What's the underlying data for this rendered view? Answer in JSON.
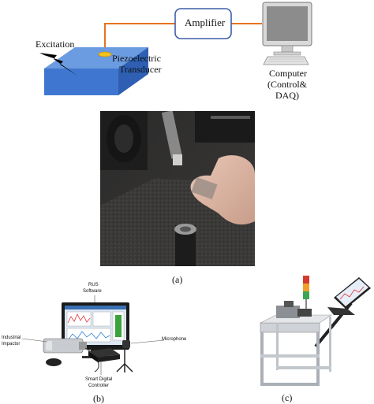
{
  "diagram": {
    "amplifier": "Amplifier",
    "excitation": "Excitation",
    "piezo_line1": "Piezoelectric",
    "piezo_line2": "Transducer",
    "computer_line1": "Computer",
    "computer_line2": "(Control&",
    "computer_line3": "DAQ)",
    "wire_color": "#e8731e",
    "plate_color": "#4a7fd4",
    "amp_border_color": "#3d5fa8"
  },
  "photo_a": {
    "caption": "(a)"
  },
  "panel_b": {
    "rus_software_line1": "RUS",
    "rus_software_line2": "Software",
    "industrial_impactor_line1": "Industrial",
    "industrial_impactor_line2": "Impactor",
    "microphone": "Microphone",
    "controller_line1": "Smart Digital",
    "controller_line2": "Controller",
    "caption": "(b)"
  },
  "panel_c": {
    "caption": "(c)"
  },
  "icons": [
    "lightning-bolt-icon",
    "computer-monitor-icon"
  ]
}
